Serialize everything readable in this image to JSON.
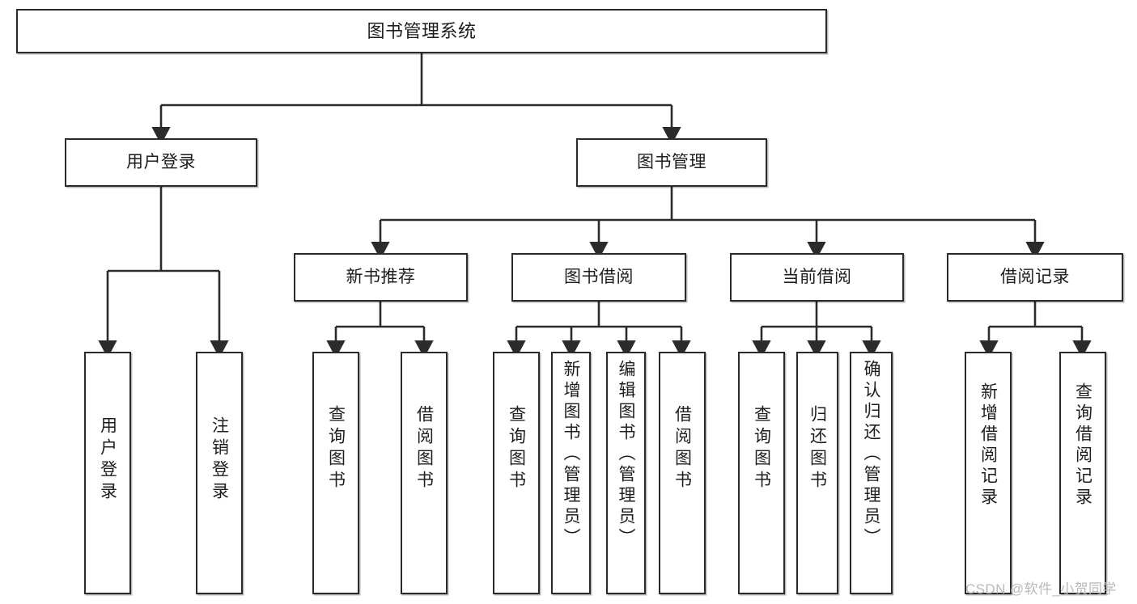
{
  "diagram": {
    "type": "tree-hierarchy-chart",
    "title": "图书管理系统",
    "orientation": "top-down",
    "colors": {
      "stroke": "#2b2b2b",
      "fill": "#ffffff",
      "text": "#1d1d1d",
      "watermark": "#b9b9b9"
    }
  },
  "nodes": {
    "root": {
      "label": "图书管理系统"
    },
    "level1": [
      {
        "id": "user-login",
        "label": "用户登录"
      },
      {
        "id": "book-management",
        "label": "图书管理"
      }
    ],
    "level2": [
      {
        "id": "new-book-recommend",
        "label": "新书推荐"
      },
      {
        "id": "book-borrow",
        "label": "图书借阅"
      },
      {
        "id": "current-borrow",
        "label": "当前借阅"
      },
      {
        "id": "borrow-record",
        "label": "借阅记录"
      }
    ],
    "leaves": [
      {
        "id": "leaf-user-login",
        "label": "用户登录",
        "parent": "user-login"
      },
      {
        "id": "leaf-logout-login",
        "label": "注销登录",
        "parent": "user-login"
      },
      {
        "id": "leaf-query-book-1",
        "label": "查询图书",
        "parent": "new-book-recommend"
      },
      {
        "id": "leaf-borrow-book-1",
        "label": "借阅图书",
        "parent": "new-book-recommend"
      },
      {
        "id": "leaf-query-book-2",
        "label": "查询图书",
        "parent": "book-borrow"
      },
      {
        "id": "leaf-add-book",
        "label": "新增图书（管理员）",
        "parent": "book-borrow"
      },
      {
        "id": "leaf-edit-book",
        "label": "编辑图书（管理员）",
        "parent": "book-borrow"
      },
      {
        "id": "leaf-borrow-book-2",
        "label": "借阅图书",
        "parent": "book-borrow"
      },
      {
        "id": "leaf-query-book-3",
        "label": "查询图书",
        "parent": "current-borrow"
      },
      {
        "id": "leaf-return-book",
        "label": "归还图书",
        "parent": "current-borrow"
      },
      {
        "id": "leaf-confirm-return",
        "label": "确认归还（管理员）",
        "parent": "current-borrow"
      },
      {
        "id": "leaf-add-record",
        "label": "新增借阅记录",
        "parent": "borrow-record"
      },
      {
        "id": "leaf-query-record",
        "label": "查询借阅记录",
        "parent": "borrow-record"
      }
    ]
  },
  "watermark": {
    "text": "CSDN @软件_小贺同学"
  }
}
